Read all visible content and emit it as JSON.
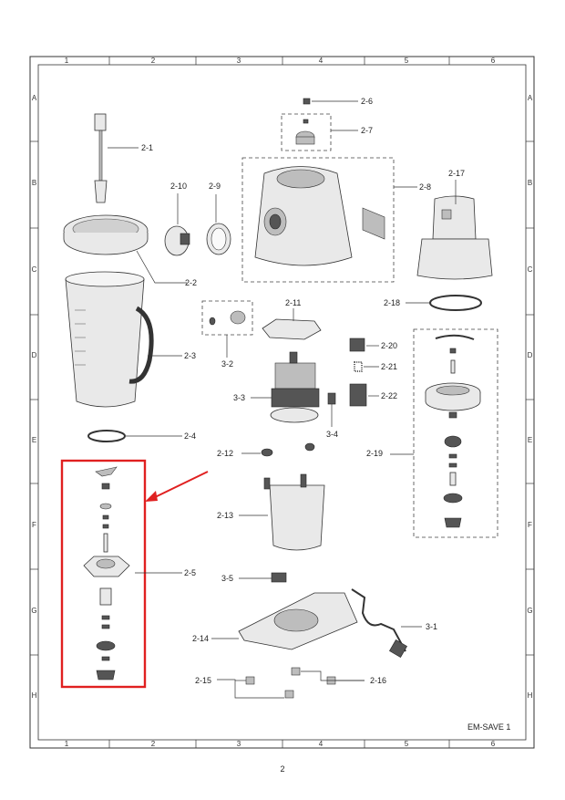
{
  "grid": {
    "columns": [
      "1",
      "2",
      "3",
      "4",
      "5",
      "6"
    ],
    "rows": [
      "A",
      "B",
      "C",
      "D",
      "E",
      "F",
      "G",
      "H"
    ]
  },
  "model_code": "EM-SAVE 1",
  "page_number": "2",
  "highlight_color": "#e02020",
  "callouts": [
    "2-1",
    "2-2",
    "2-3",
    "2-4",
    "2-5",
    "2-6",
    "2-7",
    "2-8",
    "2-9",
    "2-10",
    "2-11",
    "2-12",
    "2-13",
    "2-14",
    "2-15",
    "2-16",
    "2-17",
    "2-18",
    "2-19",
    "2-20",
    "2-21",
    "2-22",
    "3-1",
    "3-2",
    "3-3",
    "3-4",
    "3-5"
  ]
}
